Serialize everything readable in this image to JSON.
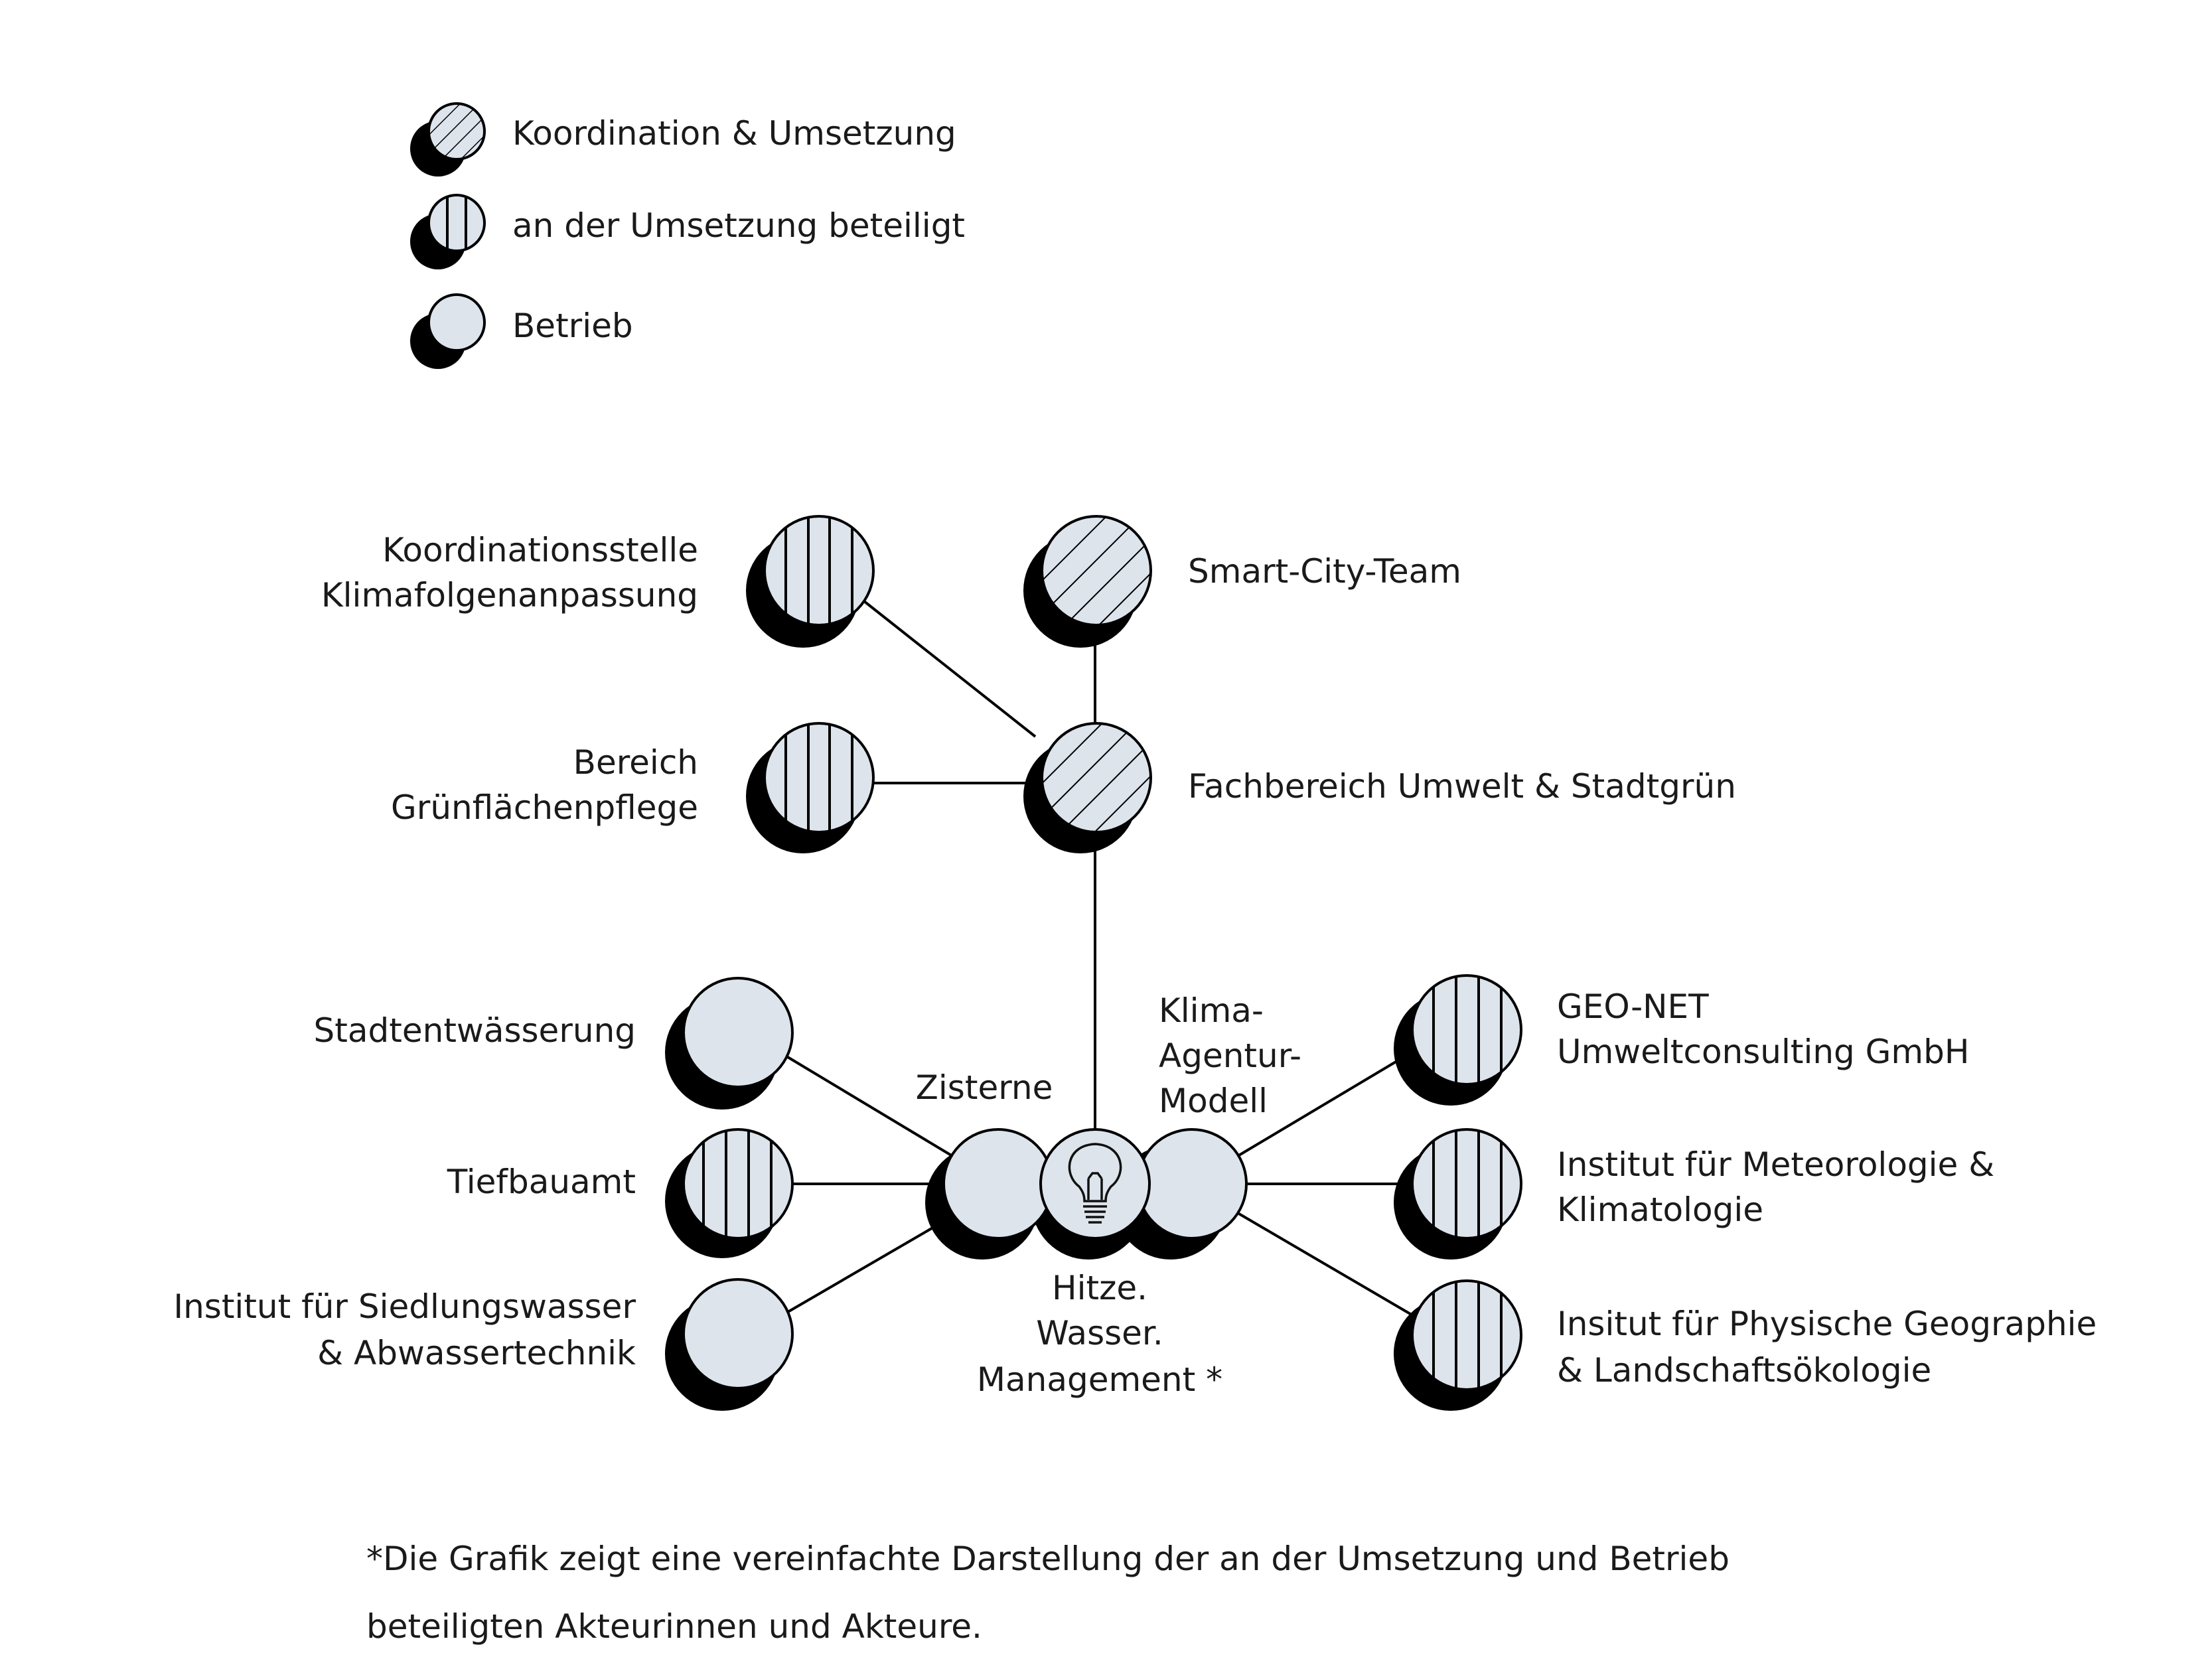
{
  "legend": {
    "coordination": "Koordination & Umsetzung",
    "participating": "an der Umsetzung beteiligt",
    "operation": "Betrieb"
  },
  "nodes": {
    "koordinationsstelle": [
      "Koordinationsstelle",
      "Klimafolgenanpassung"
    ],
    "smart_city": "Smart-City-Team",
    "gruenflaechen": [
      "Bereich",
      "Grünflächenpflege"
    ],
    "fachbereich": "Fachbereich Umwelt & Stadtgrün",
    "stadtentwaesserung": "Stadtentwässerung",
    "tiefbauamt": "Tiefbauamt",
    "siedlungswasser": [
      "Institut für Siedlungswasser",
      "& Abwassertechnik"
    ],
    "zisterne": "Zisterne",
    "klima_modell": [
      "Klima-",
      "Agentur-",
      "Modell"
    ],
    "hub": [
      "Hitze.",
      "Wasser.",
      "Management *"
    ],
    "geo_net": [
      "GEO-NET",
      "Umweltconsulting GmbH"
    ],
    "meteorologie": [
      "Institut für Meteorologie &",
      "Klimatologie"
    ],
    "geographie": [
      "Insitut für Physische Geographie",
      "& Landschaftsökologie"
    ]
  },
  "footnote": [
    "*Die Grafik zeigt eine vereinfachte Darstellung der an der Umsetzung und Betrieb",
    "beteiligten Akteurinnen und Akteure."
  ],
  "colors": {
    "fill": "#dde4ec",
    "stroke": "#000000",
    "shadow": "#000000"
  },
  "icons": {
    "hub": "lightbulb-icon"
  }
}
